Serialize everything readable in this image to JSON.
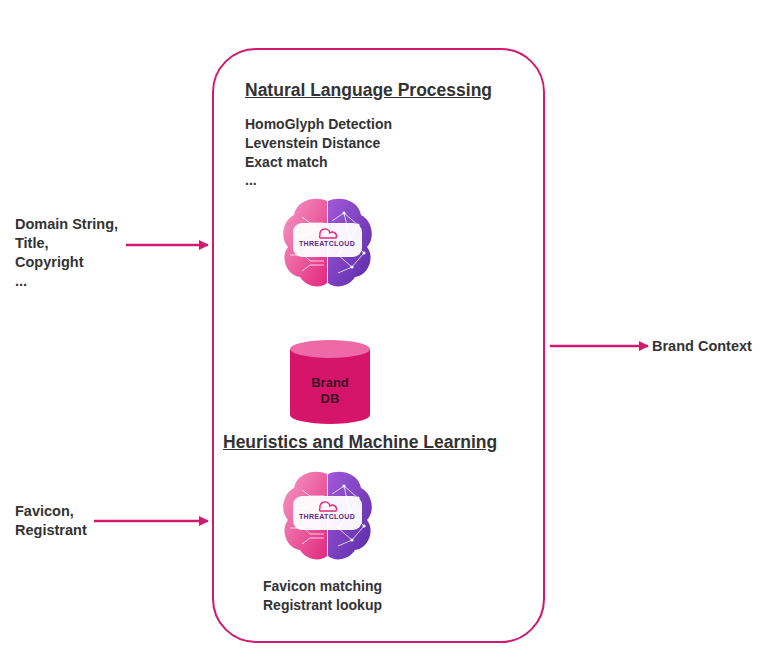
{
  "diagram": {
    "nodes": [
      {
        "text": [
          "Natural Language Processing",
          "HomoGlyph Detection",
          "Levenstein Distance",
          "Exact match",
          "...",
          "Heuristics and Machine Learning",
          "Favicon matching",
          "Registrant lookup"
        ]
      },
      {
        "text": [
          "Brand DB"
        ],
        "in": 0
      },
      {
        "text": [
          "Domain String,",
          "Title,",
          "Copyright",
          "..."
        ]
      },
      {
        "text": [
          "Favicon,",
          "Registrant"
        ]
      },
      {
        "text": [
          "Brand Context"
        ]
      }
    ],
    "edges": [
      {
        "from": 2,
        "to": 0,
        "arrow": "to"
      },
      {
        "from": 3,
        "to": 0,
        "arrow": "to"
      },
      {
        "from": 0,
        "to": 4,
        "arrow": "to"
      }
    ],
    "labels": [
      "THREATCLOUD",
      "THREATCLOUD"
    ]
  }
}
